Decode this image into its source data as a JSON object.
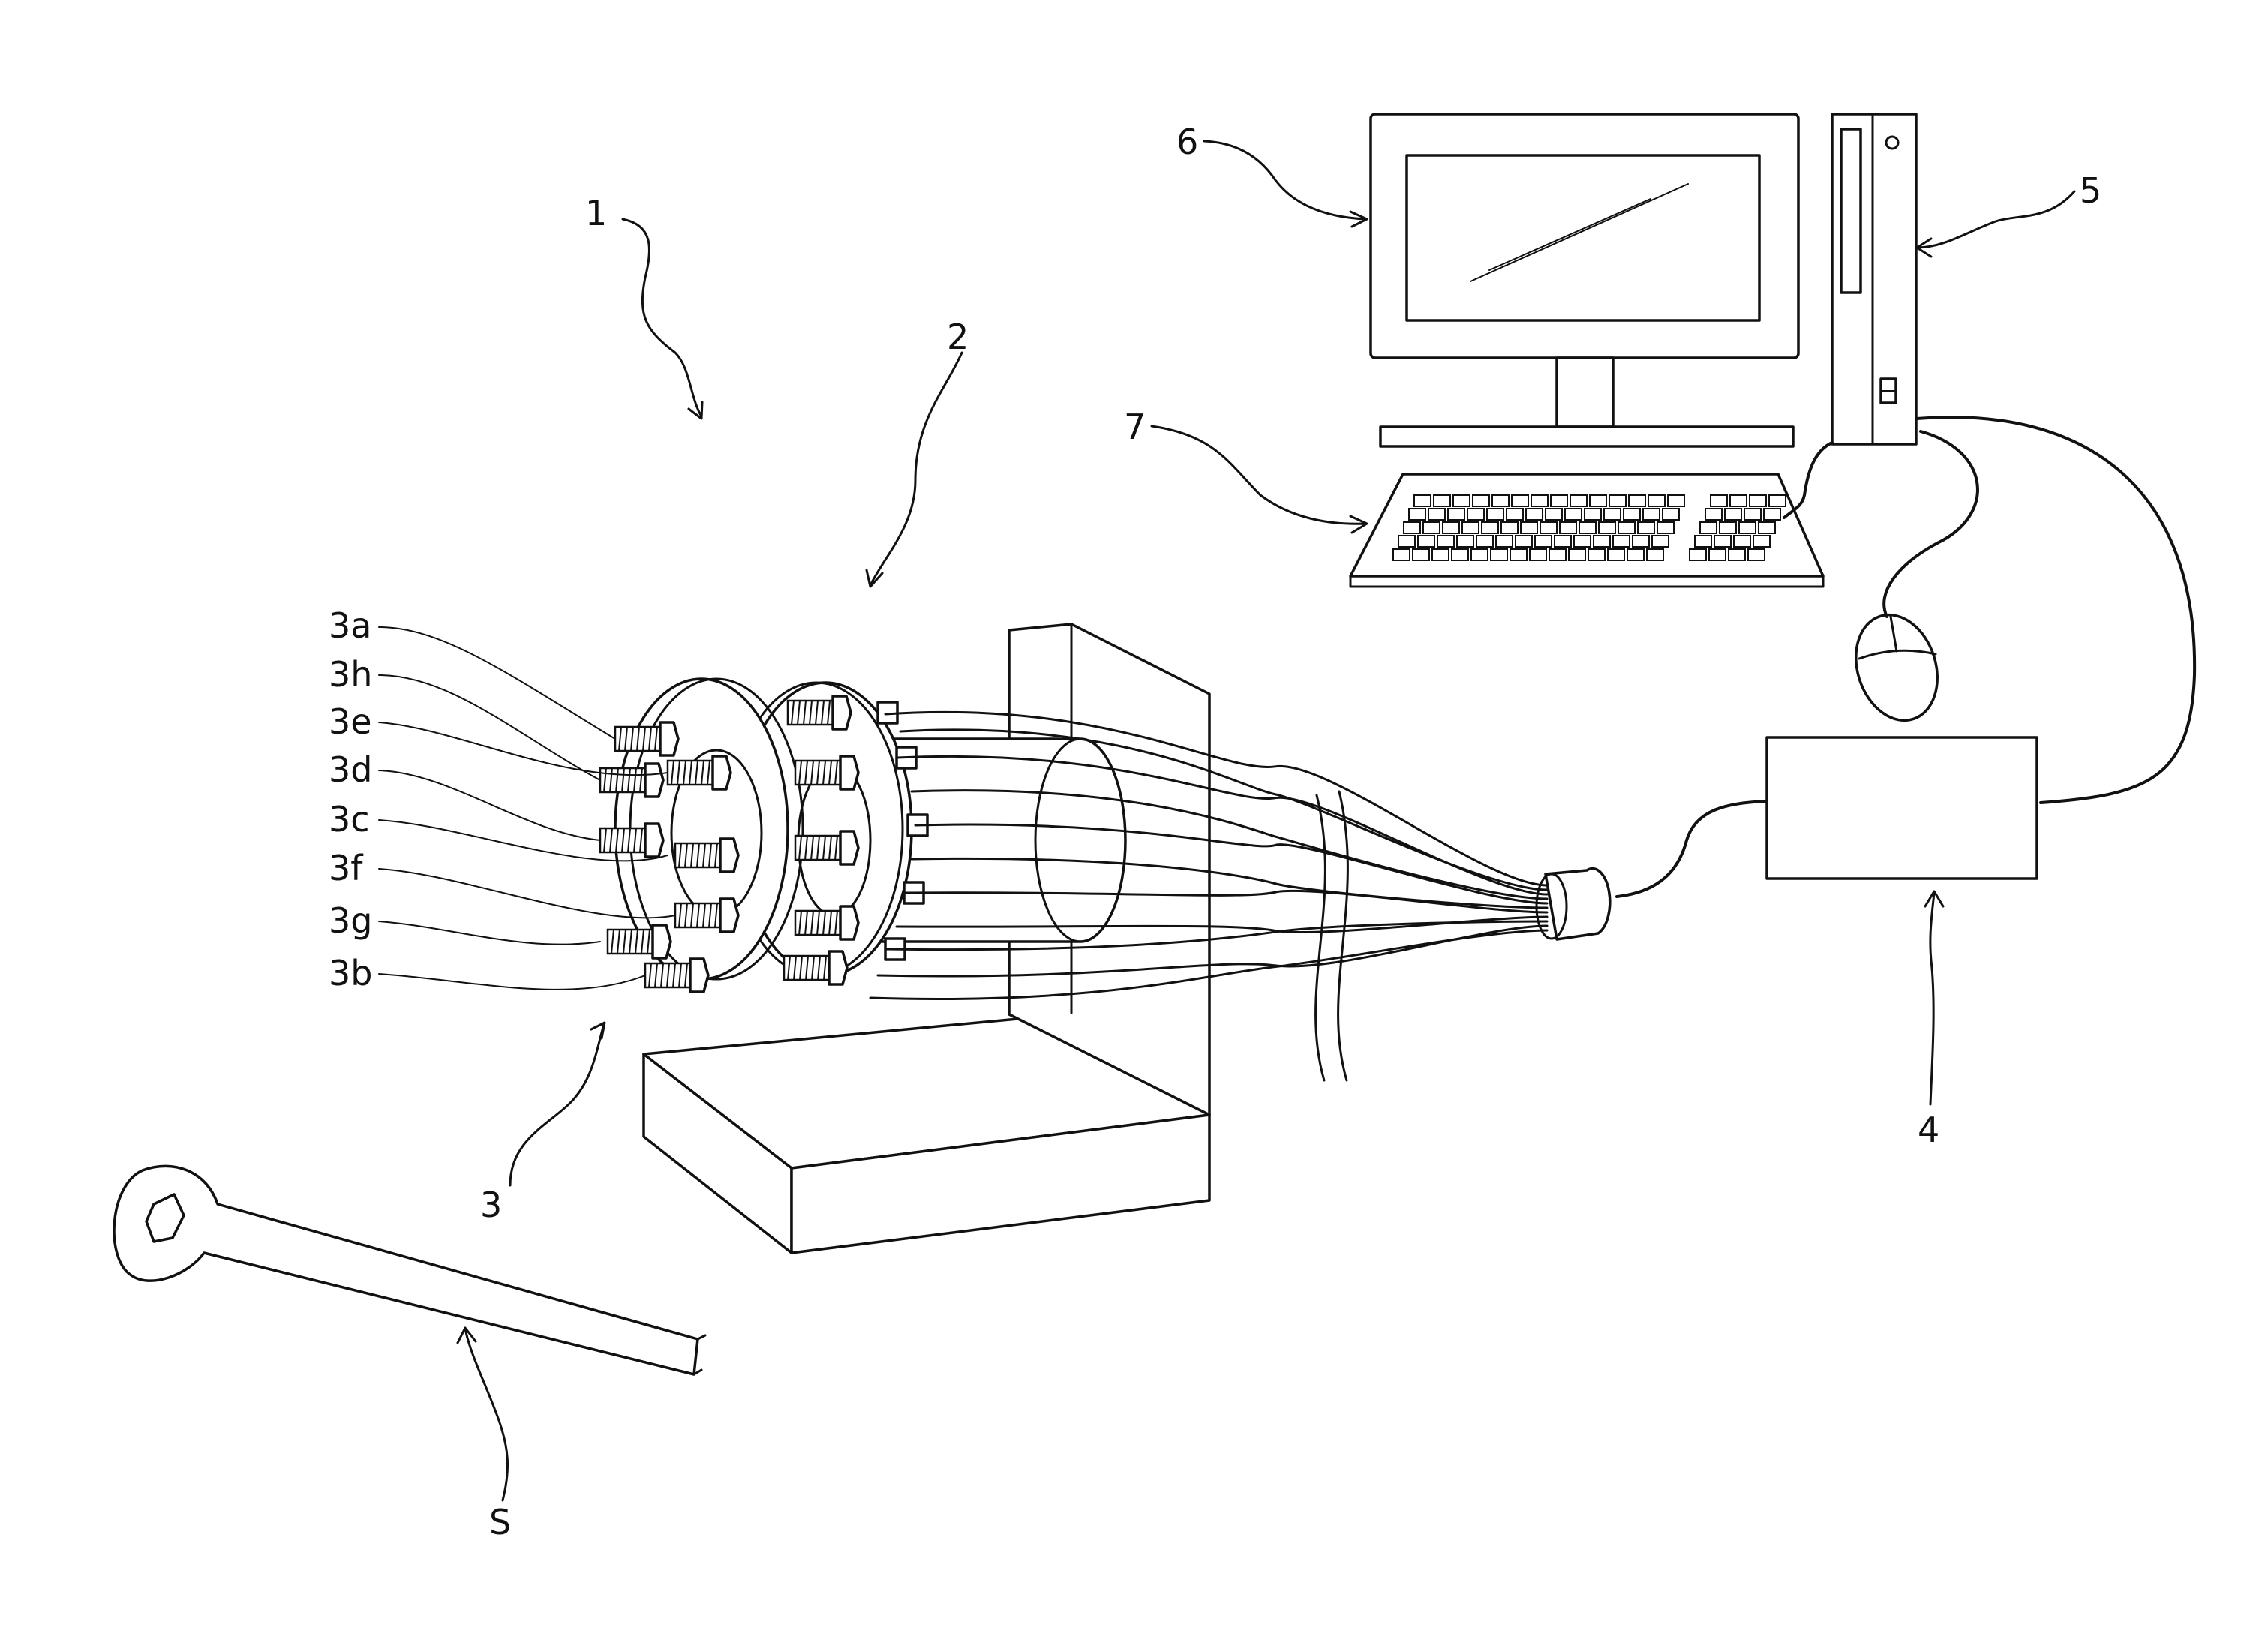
{
  "labels": {
    "system": "1",
    "test_rig": "2",
    "flange_joint": "3",
    "bolt_a": "3a",
    "bolt_h": "3h",
    "bolt_e": "3e",
    "bolt_d": "3d",
    "bolt_c": "3c",
    "bolt_f": "3f",
    "bolt_g": "3g",
    "bolt_b": "3b",
    "amplifier": "4",
    "computer": "5",
    "monitor": "6",
    "keyboard": "7",
    "wrench": "S"
  },
  "icons": [
    "flange-bolt-assembly",
    "wrench-icon",
    "monitor-icon",
    "keyboard-icon",
    "mouse-icon",
    "pc-tower-icon",
    "data-logger-box"
  ],
  "colors": {
    "ink": "#111111",
    "paper": "#ffffff"
  }
}
